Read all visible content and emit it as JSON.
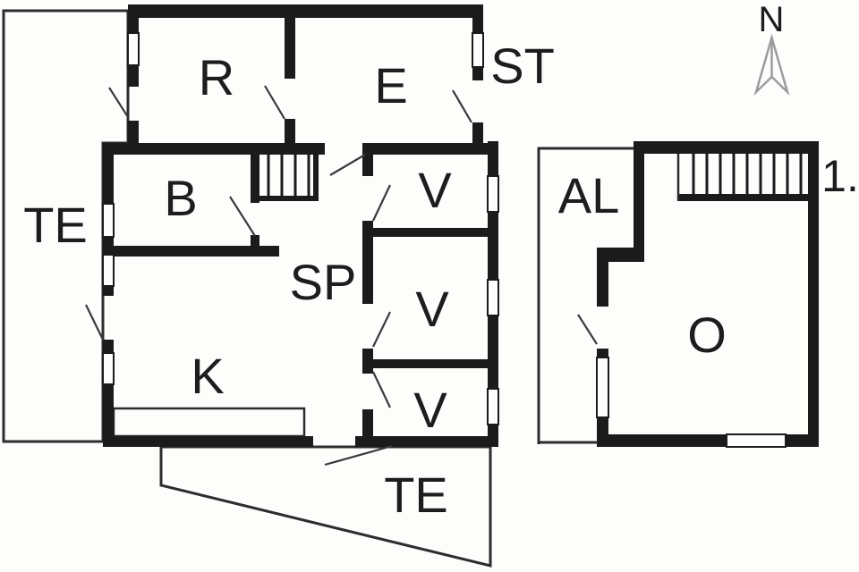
{
  "colors": {
    "background": "#fdfdfc",
    "wall": "#1b1b1b",
    "thin_line": "#2d2d2d",
    "text": "#1d1d1d",
    "compass_arrow": "#9c9c9c"
  },
  "labels": {
    "terrace_left": "TE",
    "room_r": "R",
    "room_e": "E",
    "outdoor_stairs": "ST",
    "room_b": "B",
    "hall_sp": "SP",
    "kitchen_k": "K",
    "room_v1": "V",
    "room_v2": "V",
    "room_v3": "V",
    "terrace_bottom": "TE",
    "annex_al": "AL",
    "annex_o": "O",
    "compass_north": "N",
    "floor_number": "1."
  }
}
